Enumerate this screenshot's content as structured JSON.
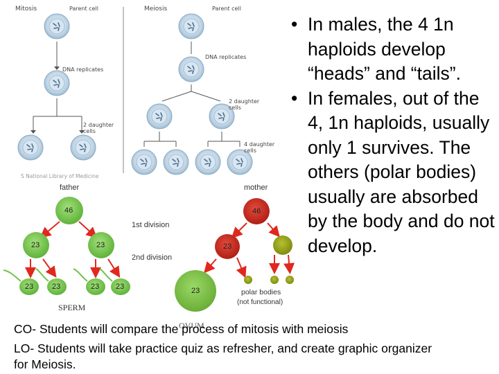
{
  "mitosis": {
    "title": "Mitosis",
    "parent_label": "Parent cell",
    "replicate_label": "DNA replicates",
    "daughter_label_1": "2 daughter",
    "daughter_label_2": "cells"
  },
  "meiosis": {
    "title": "Meiosis",
    "parent_label": "Parent cell",
    "replicate_label": "DNA replicates",
    "two_daughter_1": "2 daughter",
    "two_daughter_2": "cells",
    "four_daughter_1": "4 daughter",
    "four_daughter_2": "cells"
  },
  "credit": "S National Library of Medicine",
  "gametes": {
    "father": "father",
    "mother": "mother",
    "father_count": "46",
    "mother_count": "46",
    "first_division": "1st division",
    "second_division": "2nd division",
    "haploid_count": "23",
    "sperm": "SPERM",
    "ovum": "OVUM",
    "polar_bodies": "polar bodies",
    "not_functional": "(not functional)"
  },
  "colors": {
    "arrow": "#e0281f",
    "green_cell": "#6fc44a",
    "red_cell": "#c8281e",
    "ovum_cell": "#79c043",
    "polar_cell": "#8c9a1a",
    "mitosis_cell": "#bcd3e6"
  },
  "bullets": [
    "In males, the 4 1n haploids develop “heads” and “tails”.",
    "In females, out of the 4, 1n haploids, usually only 1 survives. The others (polar bodies) usually are absorbed by the body and do not develop."
  ],
  "objectives": {
    "co": "CO- Students will compare the process of mitosis with meiosis",
    "lo_line1": "LO- Students will take practice quiz as refresher, and create graphic organizer",
    "lo_line2": "for Meiosis."
  }
}
